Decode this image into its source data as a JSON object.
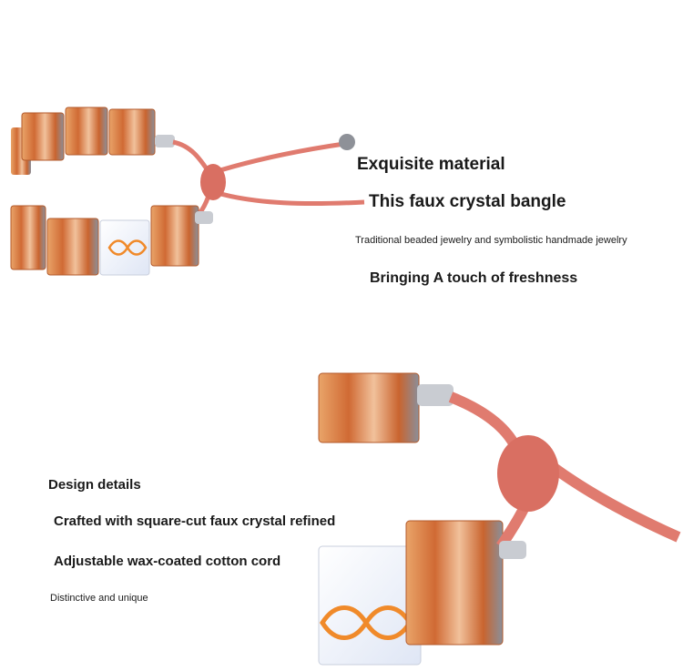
{
  "top_section": {
    "heading": "Exquisite material",
    "subheading": "This faux crystal bangle",
    "description": "Traditional beaded jewelry and symbolistic handmade jewelry",
    "tagline": "Bringing A touch of freshness"
  },
  "bottom_section": {
    "heading": "Design details",
    "detail_1": "Crafted with square-cut faux crystal refined",
    "detail_2": "Adjustable wax-coated cotton cord",
    "detail_3": "Distinctive and unique"
  },
  "colors": {
    "cord": "#e07b6f",
    "crystal_amber": "#d9773d",
    "crystal_clear": "#eef2fb",
    "infinity_symbol": "#f08a2a"
  }
}
